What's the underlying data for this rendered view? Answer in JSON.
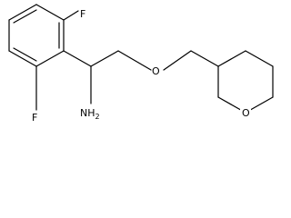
{
  "molecule": {
    "atoms": {
      "f_top": "F",
      "f_bottom": "F",
      "nh2": "NH",
      "nh2_sub": "2",
      "ether_o": "O",
      "ring_o": "O"
    }
  }
}
